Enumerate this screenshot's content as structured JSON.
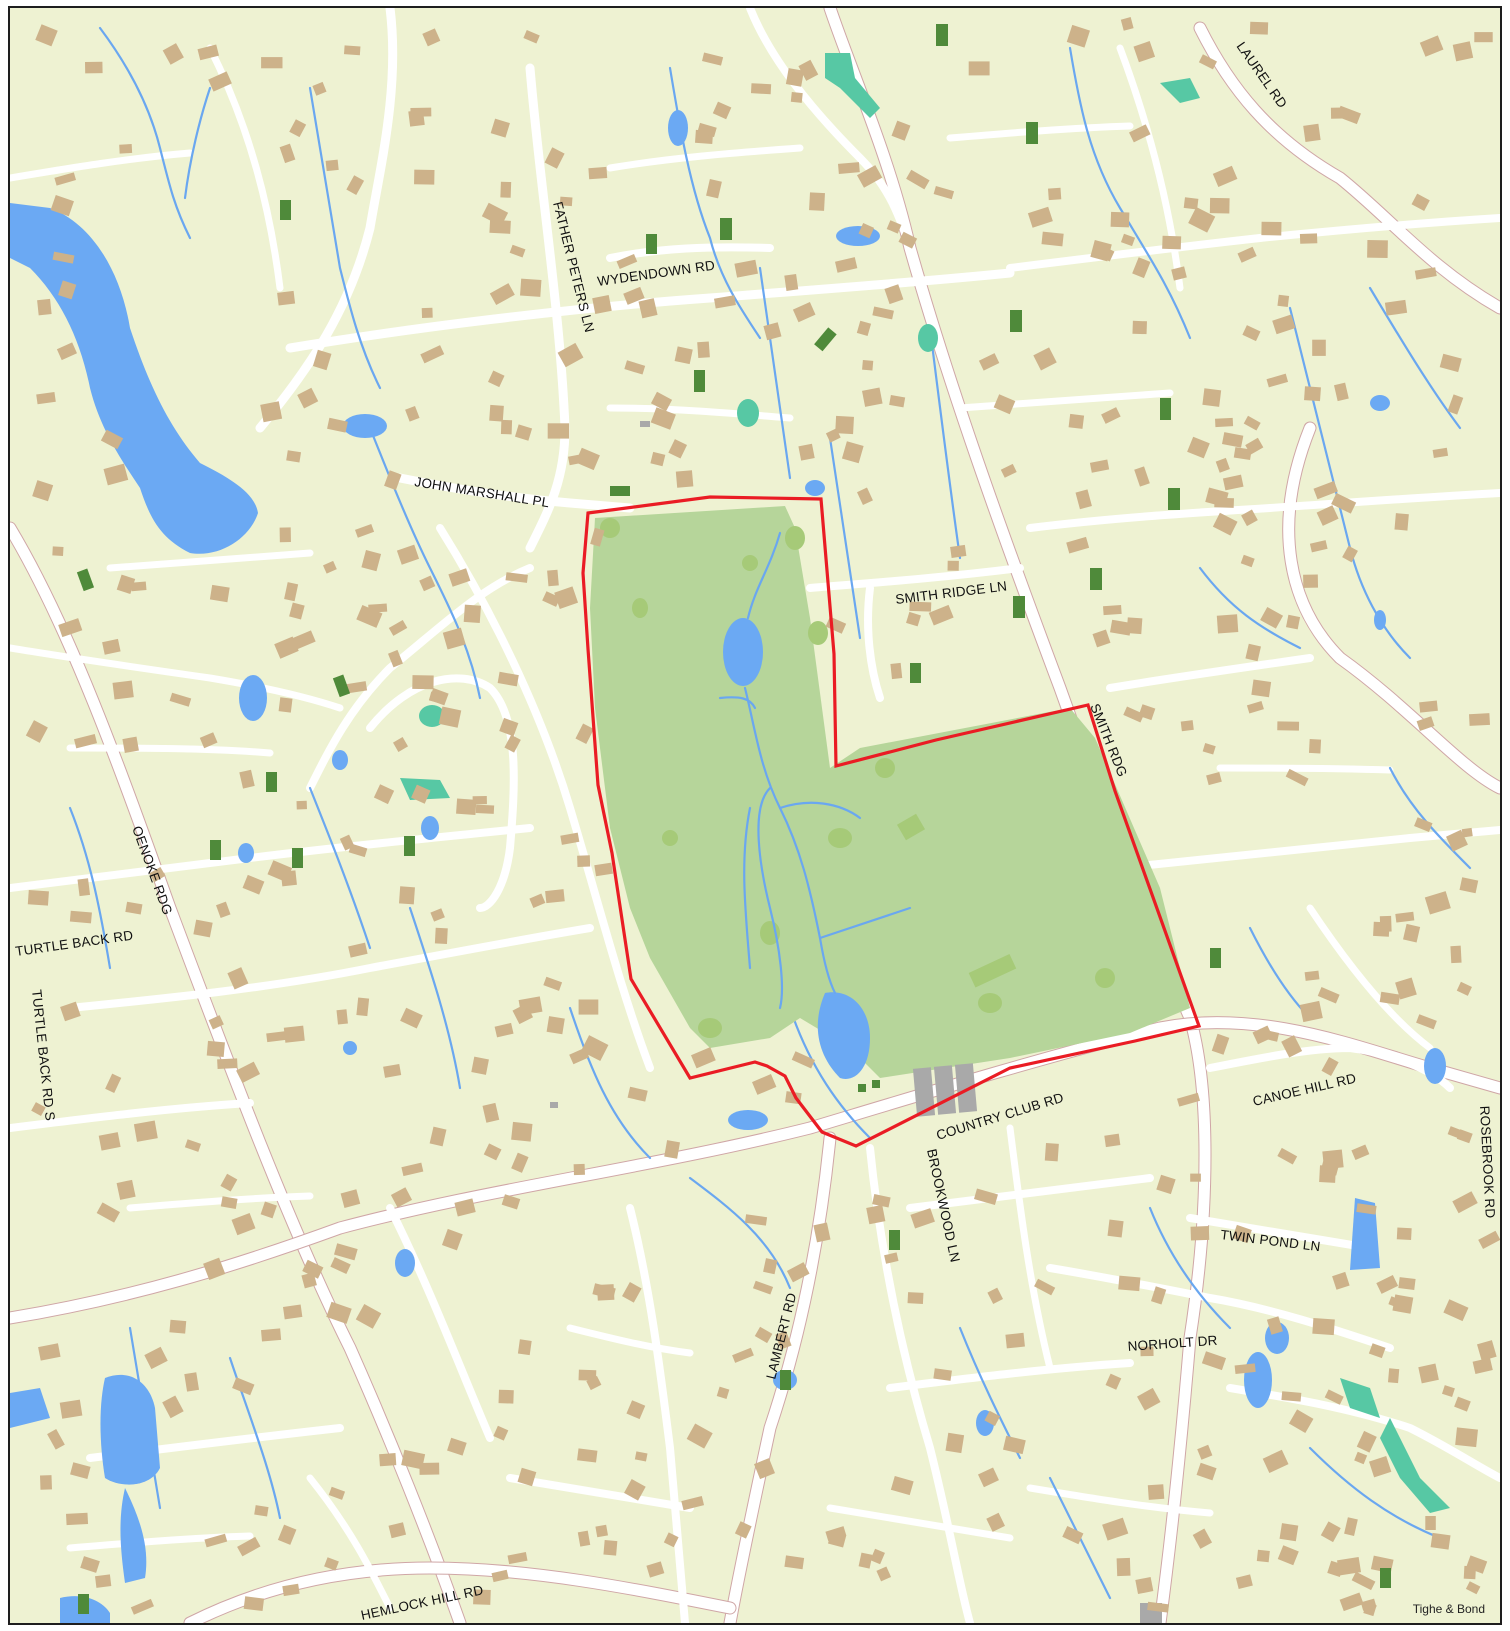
{
  "map": {
    "credit": "Tighe & Bond",
    "roads": {
      "father_peters_ln": "FATHER PETERS LN",
      "wydendown_rd": "WYDENDOWN RD",
      "john_marshall_pl": "JOHN MARSHALL PL",
      "smith_ridge_ln": "SMITH RIDGE LN",
      "smith_rdg": "SMITH RDG",
      "laurel_rd": "LAUREL RD",
      "oenoke_rdg": "OENOKE RDG",
      "turtle_back_rd": "TURTLE BACK RD",
      "turtle_back_rd_s": "TURTLE BACK RD S",
      "canoe_hill_rd": "CANOE HILL RD",
      "rosebrook_rd": "ROSEBROOK RD",
      "country_club_rd": "COUNTRY CLUB RD",
      "brookwood_ln": "BROOKWOOD LN",
      "twin_pond_ln": "TWIN POND LN",
      "lambert_rd": "LAMBERT RD",
      "norholt_dr": "NORHOLT DR",
      "hemlock_hill_rd": "HEMLOCK HILL RD"
    },
    "colors": {
      "land": "#eef2d2",
      "road": "#ffffff",
      "major_road_casing": "#cfa6a6",
      "water": "#6ba9f3",
      "wetland": "#57c8a4",
      "building": "#cdb28a",
      "park": "#b6d59a",
      "boundary": "#ea1c24"
    }
  }
}
